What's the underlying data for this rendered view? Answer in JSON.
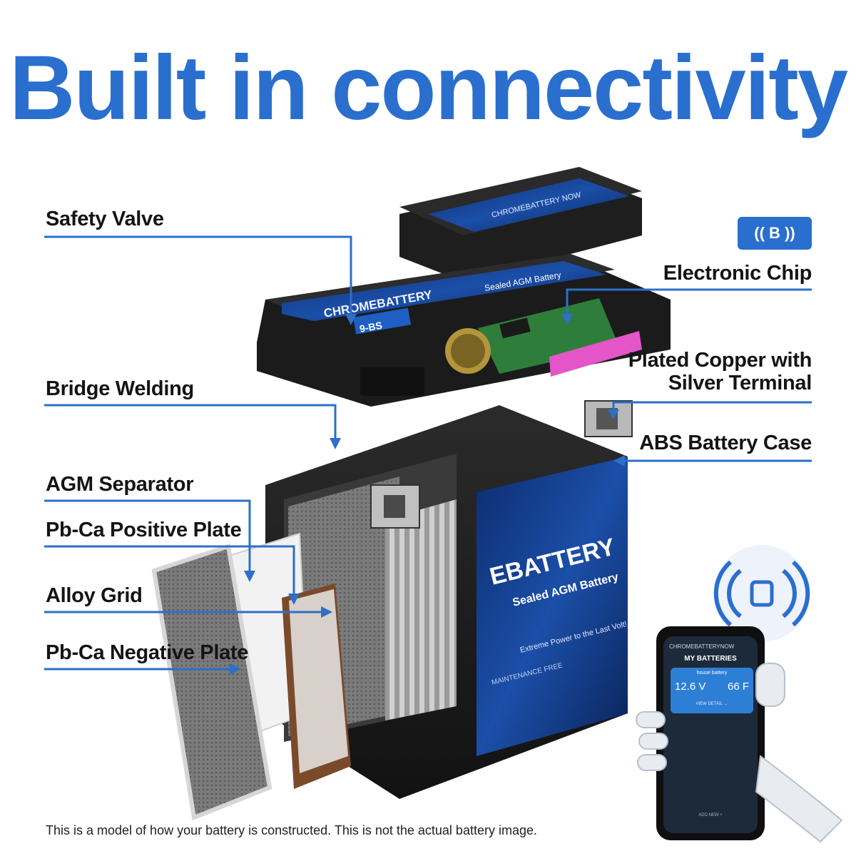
{
  "title": "Built in connectivity",
  "labels": {
    "safety_valve": "Safety Valve",
    "electronic_chip": "Electronic Chip",
    "plated_copper_line1": "Plated Copper with",
    "plated_copper_line2": "Silver Terminal",
    "bridge_welding": "Bridge Welding",
    "abs_case": "ABS Battery Case",
    "agm_separator": "AGM Separator",
    "positive_plate": "Pb-Ca Positive Plate",
    "alloy_grid": "Alloy Grid",
    "negative_plate": "Pb-Ca Negative Plate"
  },
  "battery": {
    "brand_lid": "CHROMEBATTERY",
    "brand_suffix": "NOW",
    "model": "9-BS",
    "lid_subtitle": "Sealed AGM Battery",
    "case_brand": "EBATTERY",
    "case_subtitle": "Sealed AGM Battery",
    "case_tagline": "Extreme Power to the Last Volt!",
    "maintenance": "MAINTENANCE FREE"
  },
  "phone": {
    "brand": "CHROMEBATTERY",
    "brand_suffix": "NOW",
    "screen_title": "MY BATTERIES",
    "battery_name": "house battery",
    "voltage": "12.6 V",
    "temperature": "66 F",
    "view_detail": "VIEW DETAIL →",
    "add_new": "ADD NEW +"
  },
  "badge_letter": "B",
  "footnote": "This is a model of how your battery is constructed. This is not the actual battery image.",
  "colors": {
    "accent": "#2a6fce",
    "rule": "#2d6fc9",
    "battery_body": "#1c1c1c",
    "label_blue": "#14357a",
    "chip_green": "#2e7d3a",
    "pink_pad": "#e455c8"
  },
  "icons": [
    "bluetooth-badge-icon",
    "connectivity-waves-icon",
    "phone-icon",
    "robot-hand-icon"
  ]
}
